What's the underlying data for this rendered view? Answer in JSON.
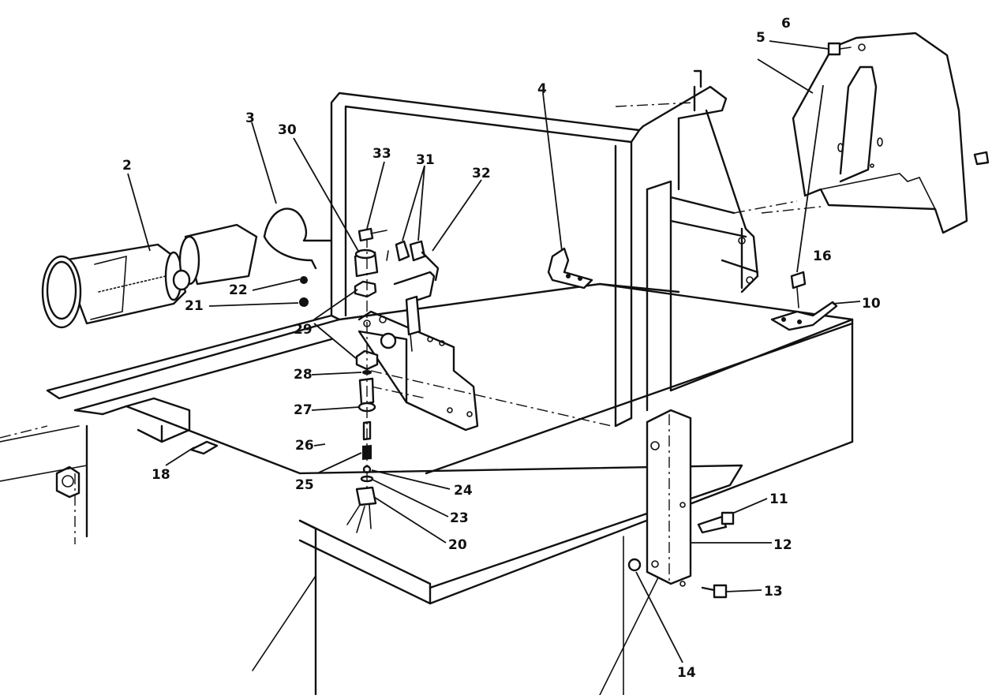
{
  "callouts": {
    "c2": "2",
    "c3": "3",
    "c4": "4",
    "c5": "5",
    "c6": "6",
    "c10": "10",
    "c11": "11",
    "c12": "12",
    "c13": "13",
    "c14": "14",
    "c16": "16",
    "c18": "18",
    "c20": "20",
    "c21": "21",
    "c22": "22",
    "c23": "23",
    "c24": "24",
    "c25": "25",
    "c26": "26",
    "c27": "27",
    "c28": "28",
    "c29": "29",
    "c30": "30",
    "c31": "31",
    "c32": "32",
    "c33": "33"
  }
}
